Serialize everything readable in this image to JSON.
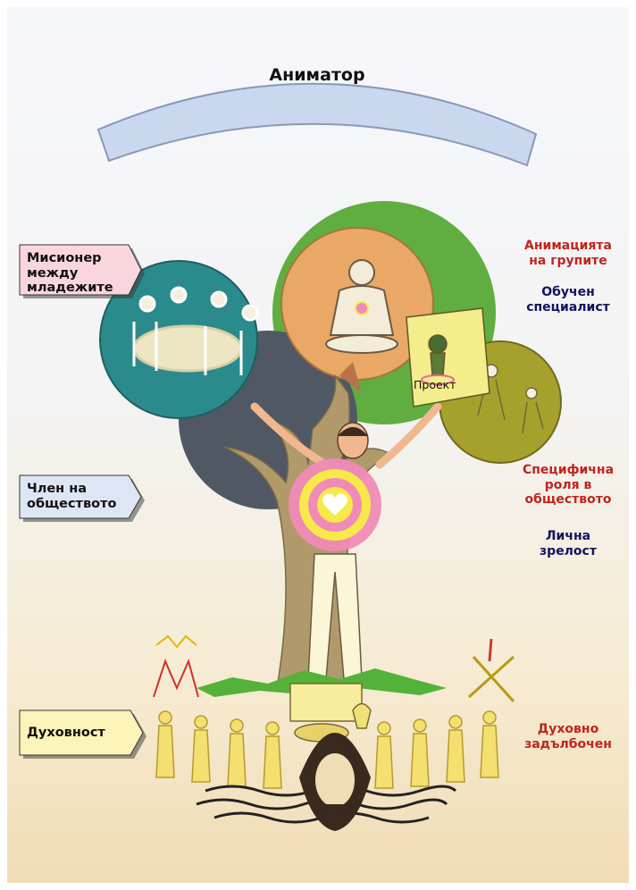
{
  "title": "Аниматор",
  "left_labels": [
    {
      "lines": [
        "Мисионер",
        "между",
        "младежите"
      ],
      "color": "#f9d6dd"
    },
    {
      "lines": [
        "Член на",
        "обществото"
      ],
      "color": "#dde6f4"
    },
    {
      "lines": [
        "Духовност"
      ],
      "color": "#fbf3b8"
    }
  ],
  "right_labels": [
    {
      "lines": [
        "Анимацията",
        "на групите"
      ],
      "color": "#c0251e"
    },
    {
      "lines": [
        "Обучен",
        "специалист"
      ],
      "color": "#14135e"
    },
    {
      "lines": [
        "Специфична",
        "роля в",
        "обществото"
      ],
      "color": "#c0251e"
    },
    {
      "lines": [
        "Лична",
        "зрелост"
      ],
      "color": "#14135e"
    },
    {
      "lines": [
        "Духовно",
        "задълбочен"
      ],
      "color": "#c0251e"
    }
  ],
  "book_label": "Проект",
  "colors": {
    "arc": "#c9d7ef",
    "green_canopy": "#5fae3f",
    "teal_circle": "#2b8b8c",
    "orange_circle": "#e9a866",
    "olive_circle": "#a6a12c",
    "dark_circle": "#505864",
    "trunk": "#b09a6c",
    "target_pink": "#f08ab6",
    "target_yellow": "#f7e94a"
  }
}
